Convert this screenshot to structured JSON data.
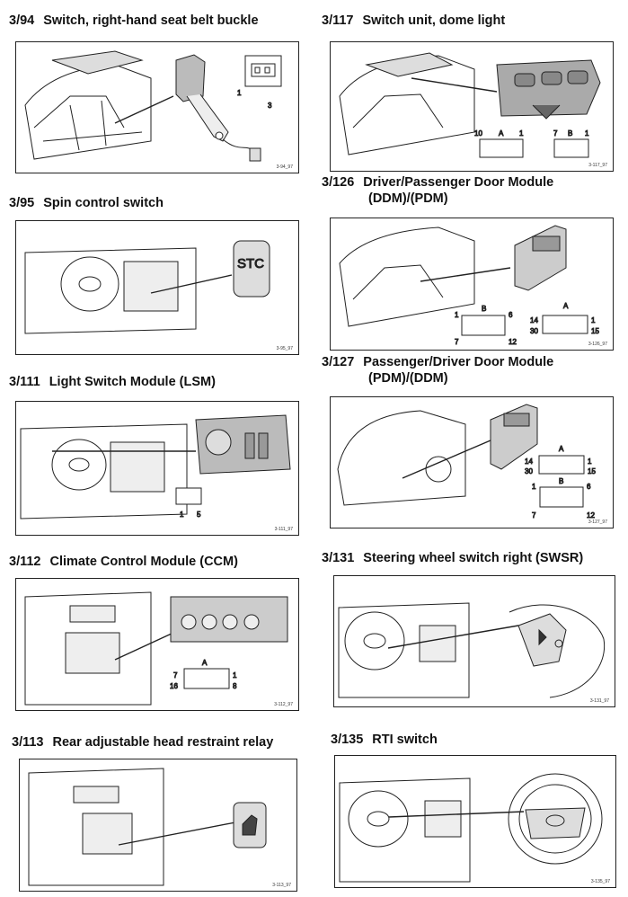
{
  "items": [
    {
      "code": "3/94",
      "title": "Switch, right-hand seat belt buckle",
      "ref": "3-94_97",
      "pins": [
        "1",
        "3"
      ]
    },
    {
      "code": "3/117",
      "title": "Switch unit, dome light",
      "ref": "3-117_97",
      "pins": [
        "10",
        "A",
        "1",
        "7",
        "B",
        "1"
      ]
    },
    {
      "code": "3/95",
      "title": "Spin control switch",
      "ref": "3-95_97",
      "button": "STC"
    },
    {
      "code": "3/126",
      "title": "Driver/Passenger Door Module",
      "title2": "(DDM)/(PDM)",
      "ref": "3-126_97",
      "pins": [
        "B",
        "1",
        "6",
        "7",
        "12",
        "A",
        "14",
        "30",
        "1",
        "15"
      ]
    },
    {
      "code": "3/111",
      "title": "Light Switch Module (LSM)",
      "ref": "3-111_97",
      "pins": [
        "1",
        "5"
      ]
    },
    {
      "code": "3/127",
      "title": "Passenger/Driver Door Module",
      "title2": "(PDM)/(DDM)",
      "ref": "3-127_97",
      "pins": [
        "A",
        "14",
        "30",
        "1",
        "15",
        "B",
        "1",
        "6",
        "7",
        "12"
      ]
    },
    {
      "code": "3/112",
      "title": "Climate Control Module (CCM)",
      "ref": "3-112_97",
      "pins": [
        "A",
        "7",
        "1",
        "16",
        "8"
      ]
    },
    {
      "code": "3/131",
      "title": "Steering wheel switch right (SWSR)",
      "ref": "3-131_97"
    },
    {
      "code": "3/113",
      "title": "Rear adjustable head restraint relay",
      "ref": "3-113_97"
    },
    {
      "code": "3/135",
      "title": "RTI switch",
      "ref": "3-135_97"
    }
  ]
}
